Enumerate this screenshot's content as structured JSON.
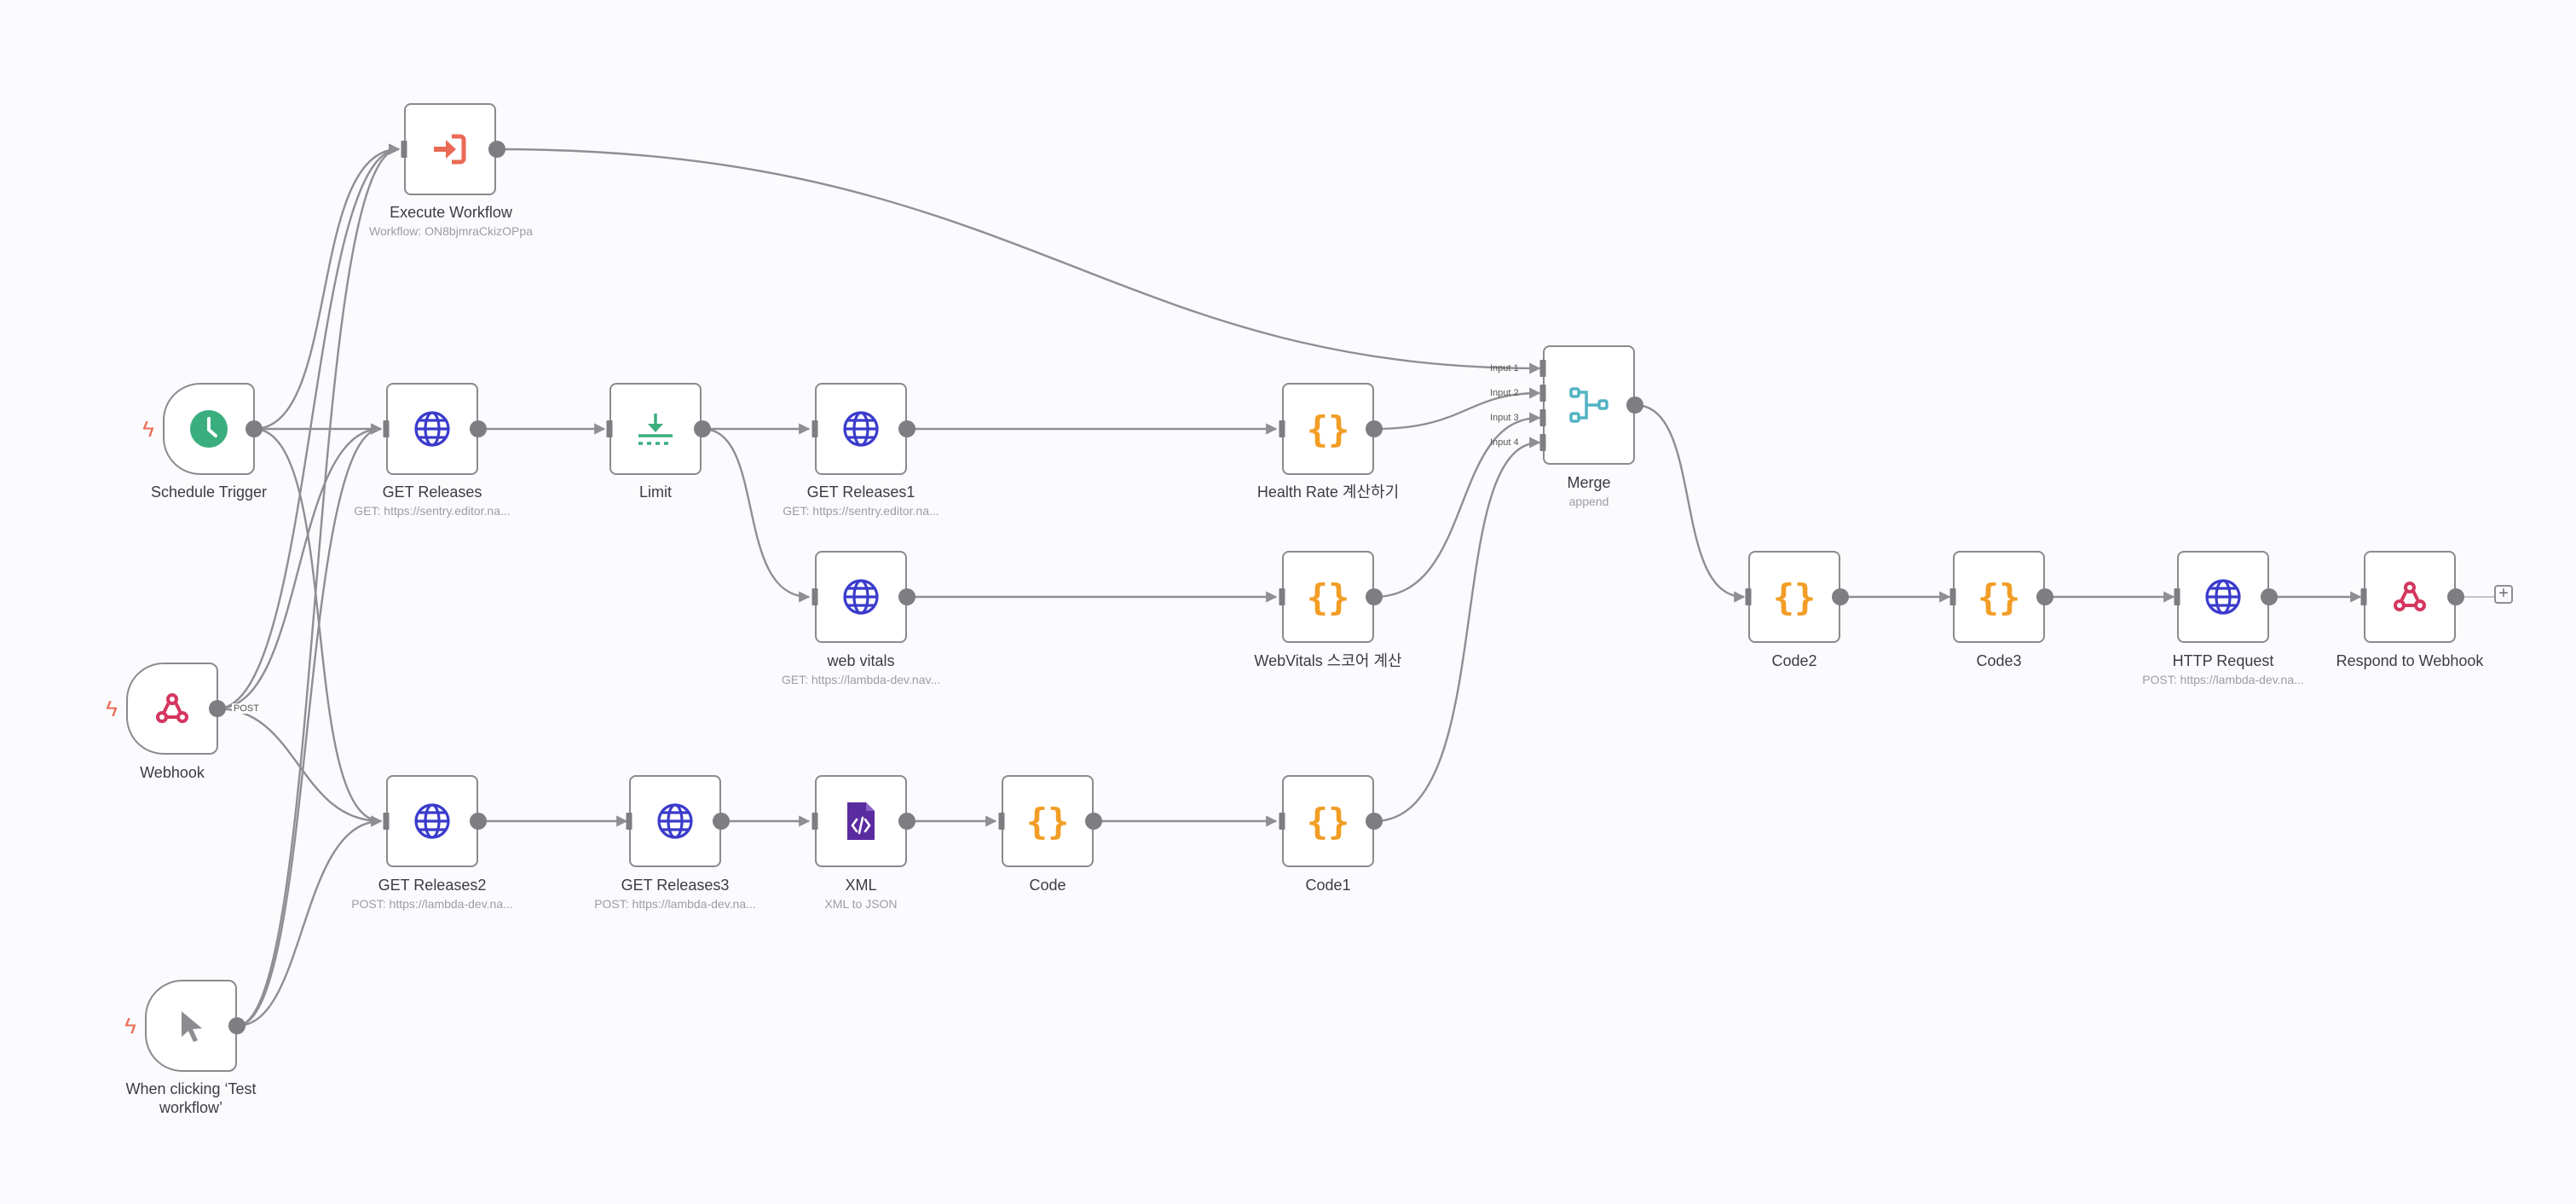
{
  "canvas": {
    "background": "#fbfbfd",
    "connection_color": "#8e8e93",
    "trigger_color": "#ee6b55"
  },
  "nodes": {
    "execute_workflow": {
      "name": "Execute Workflow",
      "subtitle": "Workflow: ON8bjmraCkizOPpa",
      "icon": "execute-workflow-icon",
      "color": "#ea6a55"
    },
    "schedule_trigger": {
      "name": "Schedule Trigger",
      "icon": "clock-icon",
      "color": "#3aae7e"
    },
    "webhook": {
      "name": "Webhook",
      "icon": "webhook-icon",
      "color": "#d5365f"
    },
    "manual_trigger": {
      "name": "When clicking ‘Test workflow’",
      "icon": "cursor-icon",
      "color": "#8c8c91"
    },
    "get_releases": {
      "name": "GET Releases",
      "subtitle": "GET: https://sentry.editor.na...",
      "icon": "globe-icon",
      "color": "#3a3bcb"
    },
    "limit": {
      "name": "Limit",
      "icon": "limit-icon",
      "color": "#3aae7e"
    },
    "get_releases1": {
      "name": "GET Releases1",
      "subtitle": "GET: https://sentry.editor.na...",
      "icon": "globe-icon",
      "color": "#3a3bcb"
    },
    "web_vitals": {
      "name": "web vitals",
      "subtitle": "GET: https://lambda-dev.nav...",
      "icon": "globe-icon",
      "color": "#3a3bcb"
    },
    "health_rate": {
      "name": "Health Rate 계산하기",
      "icon": "code-braces-icon",
      "color": "#f29d25"
    },
    "webvitals_score": {
      "name": "WebVitals 스코어 계산",
      "icon": "code-braces-icon",
      "color": "#f29d25"
    },
    "merge": {
      "name": "Merge",
      "subtitle": "append",
      "icon": "merge-icon",
      "color": "#52b3c4",
      "inputs": [
        "Input 1",
        "Input 2",
        "Input 3",
        "Input 4"
      ]
    },
    "get_releases2": {
      "name": "GET Releases2",
      "subtitle": "POST: https://lambda-dev.na...",
      "icon": "globe-icon",
      "color": "#3a3bcb"
    },
    "get_releases3": {
      "name": "GET Releases3",
      "subtitle": "POST: https://lambda-dev.na...",
      "icon": "globe-icon",
      "color": "#3a3bcb"
    },
    "xml": {
      "name": "XML",
      "subtitle": "XML to JSON",
      "icon": "xml-file-icon",
      "color": "#5b2ba0"
    },
    "code": {
      "name": "Code",
      "icon": "code-braces-icon",
      "color": "#f29d25"
    },
    "code1": {
      "name": "Code1",
      "icon": "code-braces-icon",
      "color": "#f29d25"
    },
    "code2": {
      "name": "Code2",
      "icon": "code-braces-icon",
      "color": "#f29d25"
    },
    "code3": {
      "name": "Code3",
      "icon": "code-braces-icon",
      "color": "#f29d25"
    },
    "http_request": {
      "name": "HTTP Request",
      "subtitle": "POST: https://lambda-dev.na...",
      "icon": "globe-icon",
      "color": "#3a3bcb"
    },
    "respond_to_webhook": {
      "name": "Respond to Webhook",
      "icon": "webhook-icon",
      "color": "#d5365f"
    }
  },
  "connection_labels": {
    "webhook_method": "POST"
  },
  "controls": {
    "add_node_symbol": "+"
  }
}
